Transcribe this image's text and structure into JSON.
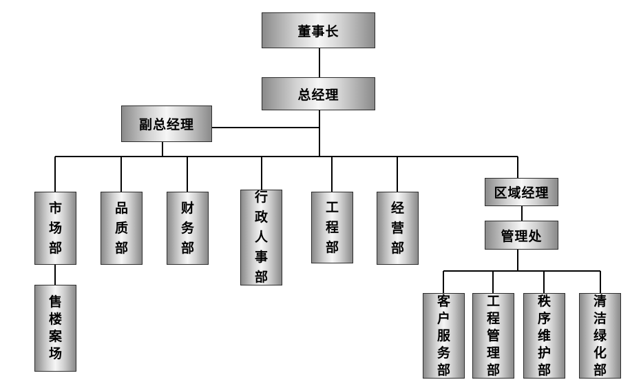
{
  "org": {
    "chairman": "董事长",
    "gm": "总经理",
    "deputy_gm": "副总经理",
    "regional_manager": "区域经理",
    "management_office": "管理处",
    "departments": {
      "marketing": "市场部",
      "quality": "品质部",
      "finance": "财务部",
      "admin_hr": "行政人事部",
      "engineering": "工程部",
      "operations": "经营部"
    },
    "sales_office": "售楼案场",
    "office_units": {
      "customer_service": "客户服务部",
      "engineering_mgmt": "工程管理部",
      "order_maintenance": "秩序维护部",
      "cleaning_greening": "清洁绿化部"
    }
  }
}
